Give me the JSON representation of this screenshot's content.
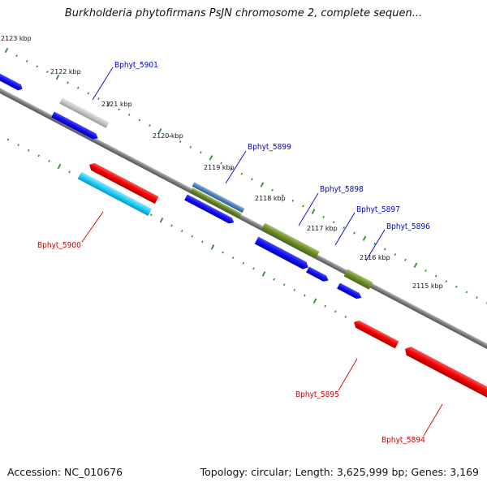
{
  "title": "Burkholderia phytofirmans PsJN chromosome 2, complete sequen...",
  "footer": {
    "accession": "Accession: NC_010676",
    "topology": "Topology: circular; Length: 3,625,999 bp; Genes: 3,169"
  },
  "scale_labels": [
    "2123 kbp",
    "2122 kbp",
    "2121 kbp",
    "2120 kbp",
    "2119 kbp",
    "2118 kbp",
    "2117 kbp",
    "2116 kbp",
    "2115 kbp"
  ],
  "gene_labels": [
    "Bphyt_5901",
    "Bphyt_5899",
    "Bphyt_5898",
    "Bphyt_5897",
    "Bphyt_5896",
    "Bphyt_5900",
    "Bphyt_5895",
    "Bphyt_5894"
  ],
  "colors": {
    "forward_label": "#0000cc",
    "reverse_label": "#cc0000",
    "backbone": "#808080",
    "tick": "#2e8b2e"
  }
}
